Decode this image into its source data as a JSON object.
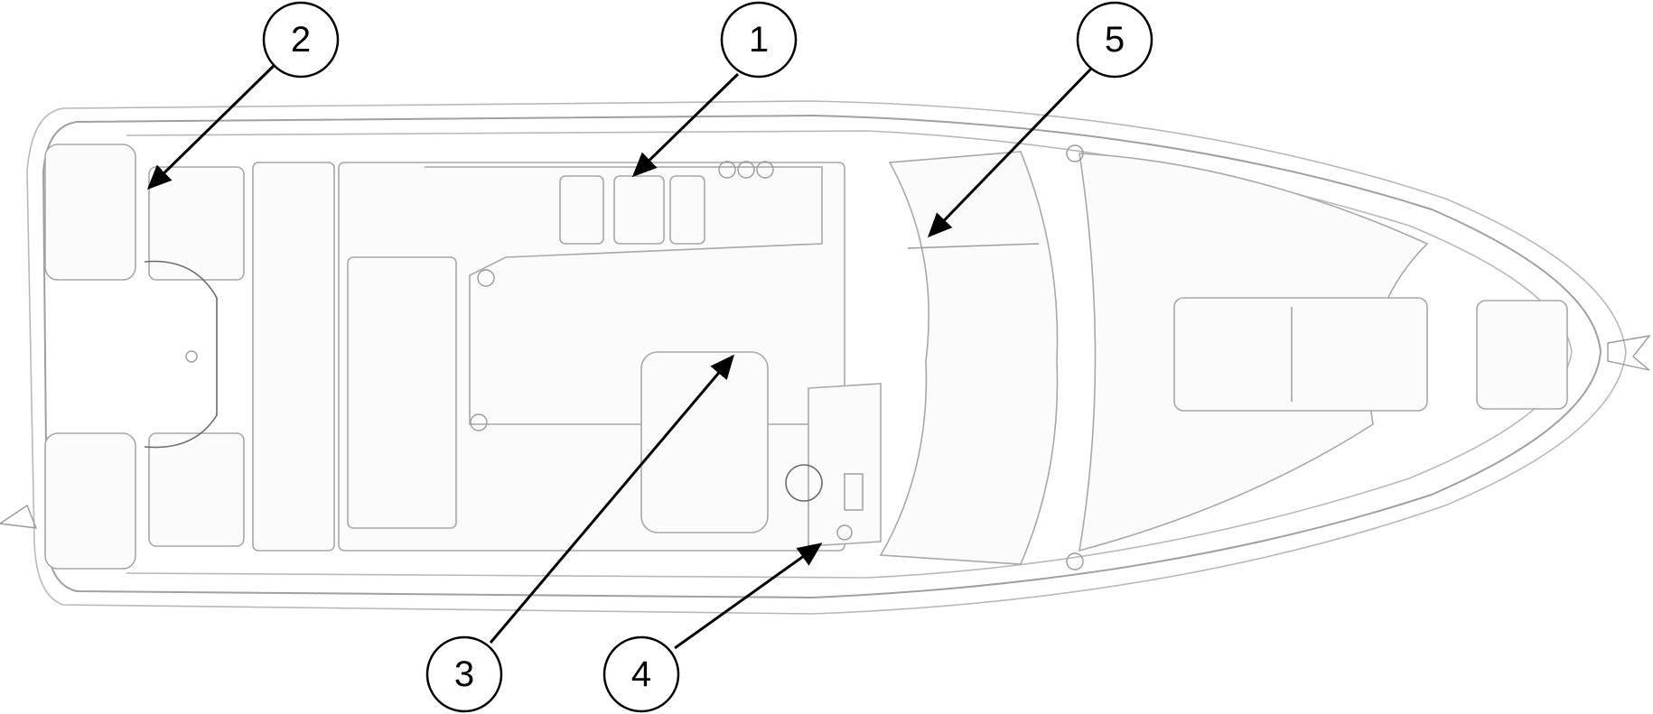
{
  "diagram": {
    "subject": "boat-top-view",
    "callouts": [
      {
        "id": "1",
        "label": "1"
      },
      {
        "id": "2",
        "label": "2"
      },
      {
        "id": "3",
        "label": "3"
      },
      {
        "id": "4",
        "label": "4"
      },
      {
        "id": "5",
        "label": "5"
      }
    ],
    "colors": {
      "outline": "#b8b8b8",
      "callout": "#000000"
    }
  }
}
